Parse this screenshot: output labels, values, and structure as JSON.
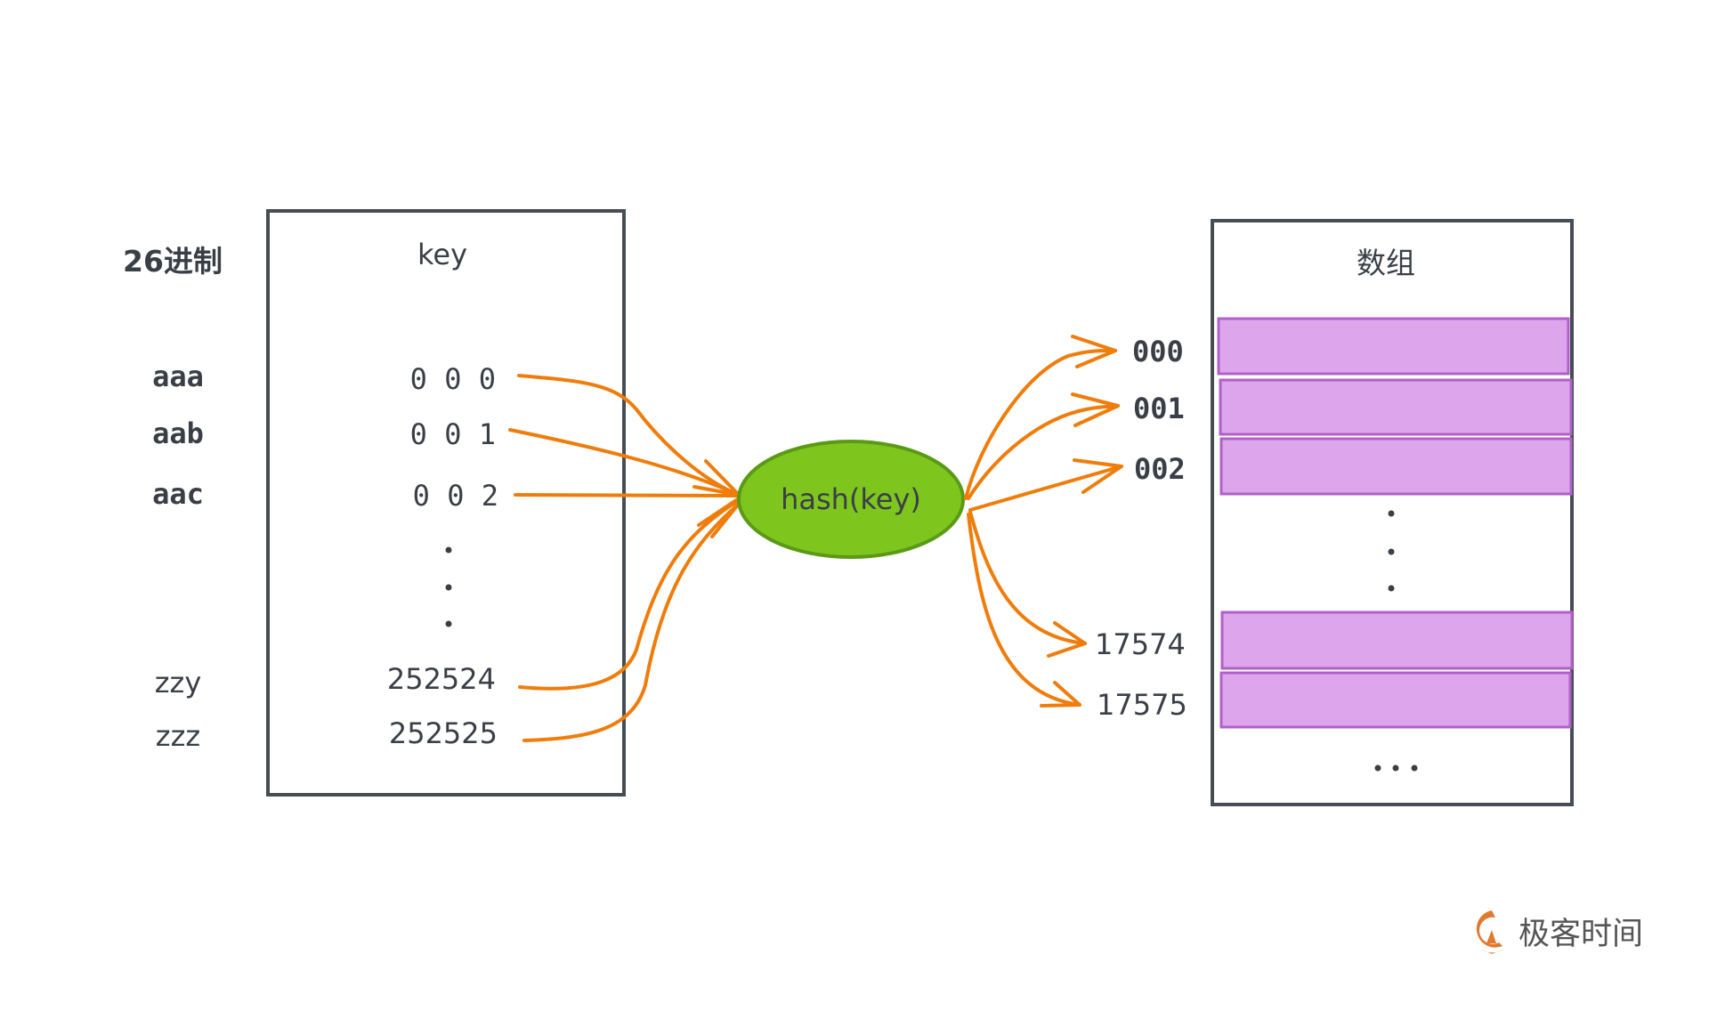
{
  "left_panel": {
    "title": "26进制",
    "box_title": "key",
    "rows": [
      {
        "letters": "aaa",
        "value": "0 0 0"
      },
      {
        "letters": "aab",
        "value": "0 0 1"
      },
      {
        "letters": "aac",
        "value": "0 0 2"
      },
      {
        "letters": "zzy",
        "value": "252524"
      },
      {
        "letters": "zzz",
        "value": "252525"
      }
    ],
    "ellipsis": "..."
  },
  "hash": {
    "label": "hash(key)",
    "fill_color": "#7ec61e",
    "stroke_color": "#5b9a15"
  },
  "right_panel": {
    "box_title": "数组",
    "slots": [
      {
        "index": "000"
      },
      {
        "index": "001"
      },
      {
        "index": "002"
      },
      {
        "index": "17574"
      },
      {
        "index": "17575"
      }
    ],
    "slot_fill_color": "#dda5ec",
    "slot_stroke_color": "#b060c8",
    "ellipsis": "..."
  },
  "arrow_color": "#ef7d0b",
  "watermark": {
    "text": "极客时间",
    "icon": "geektime-logo-icon",
    "icon_color": "#e07a2e"
  }
}
